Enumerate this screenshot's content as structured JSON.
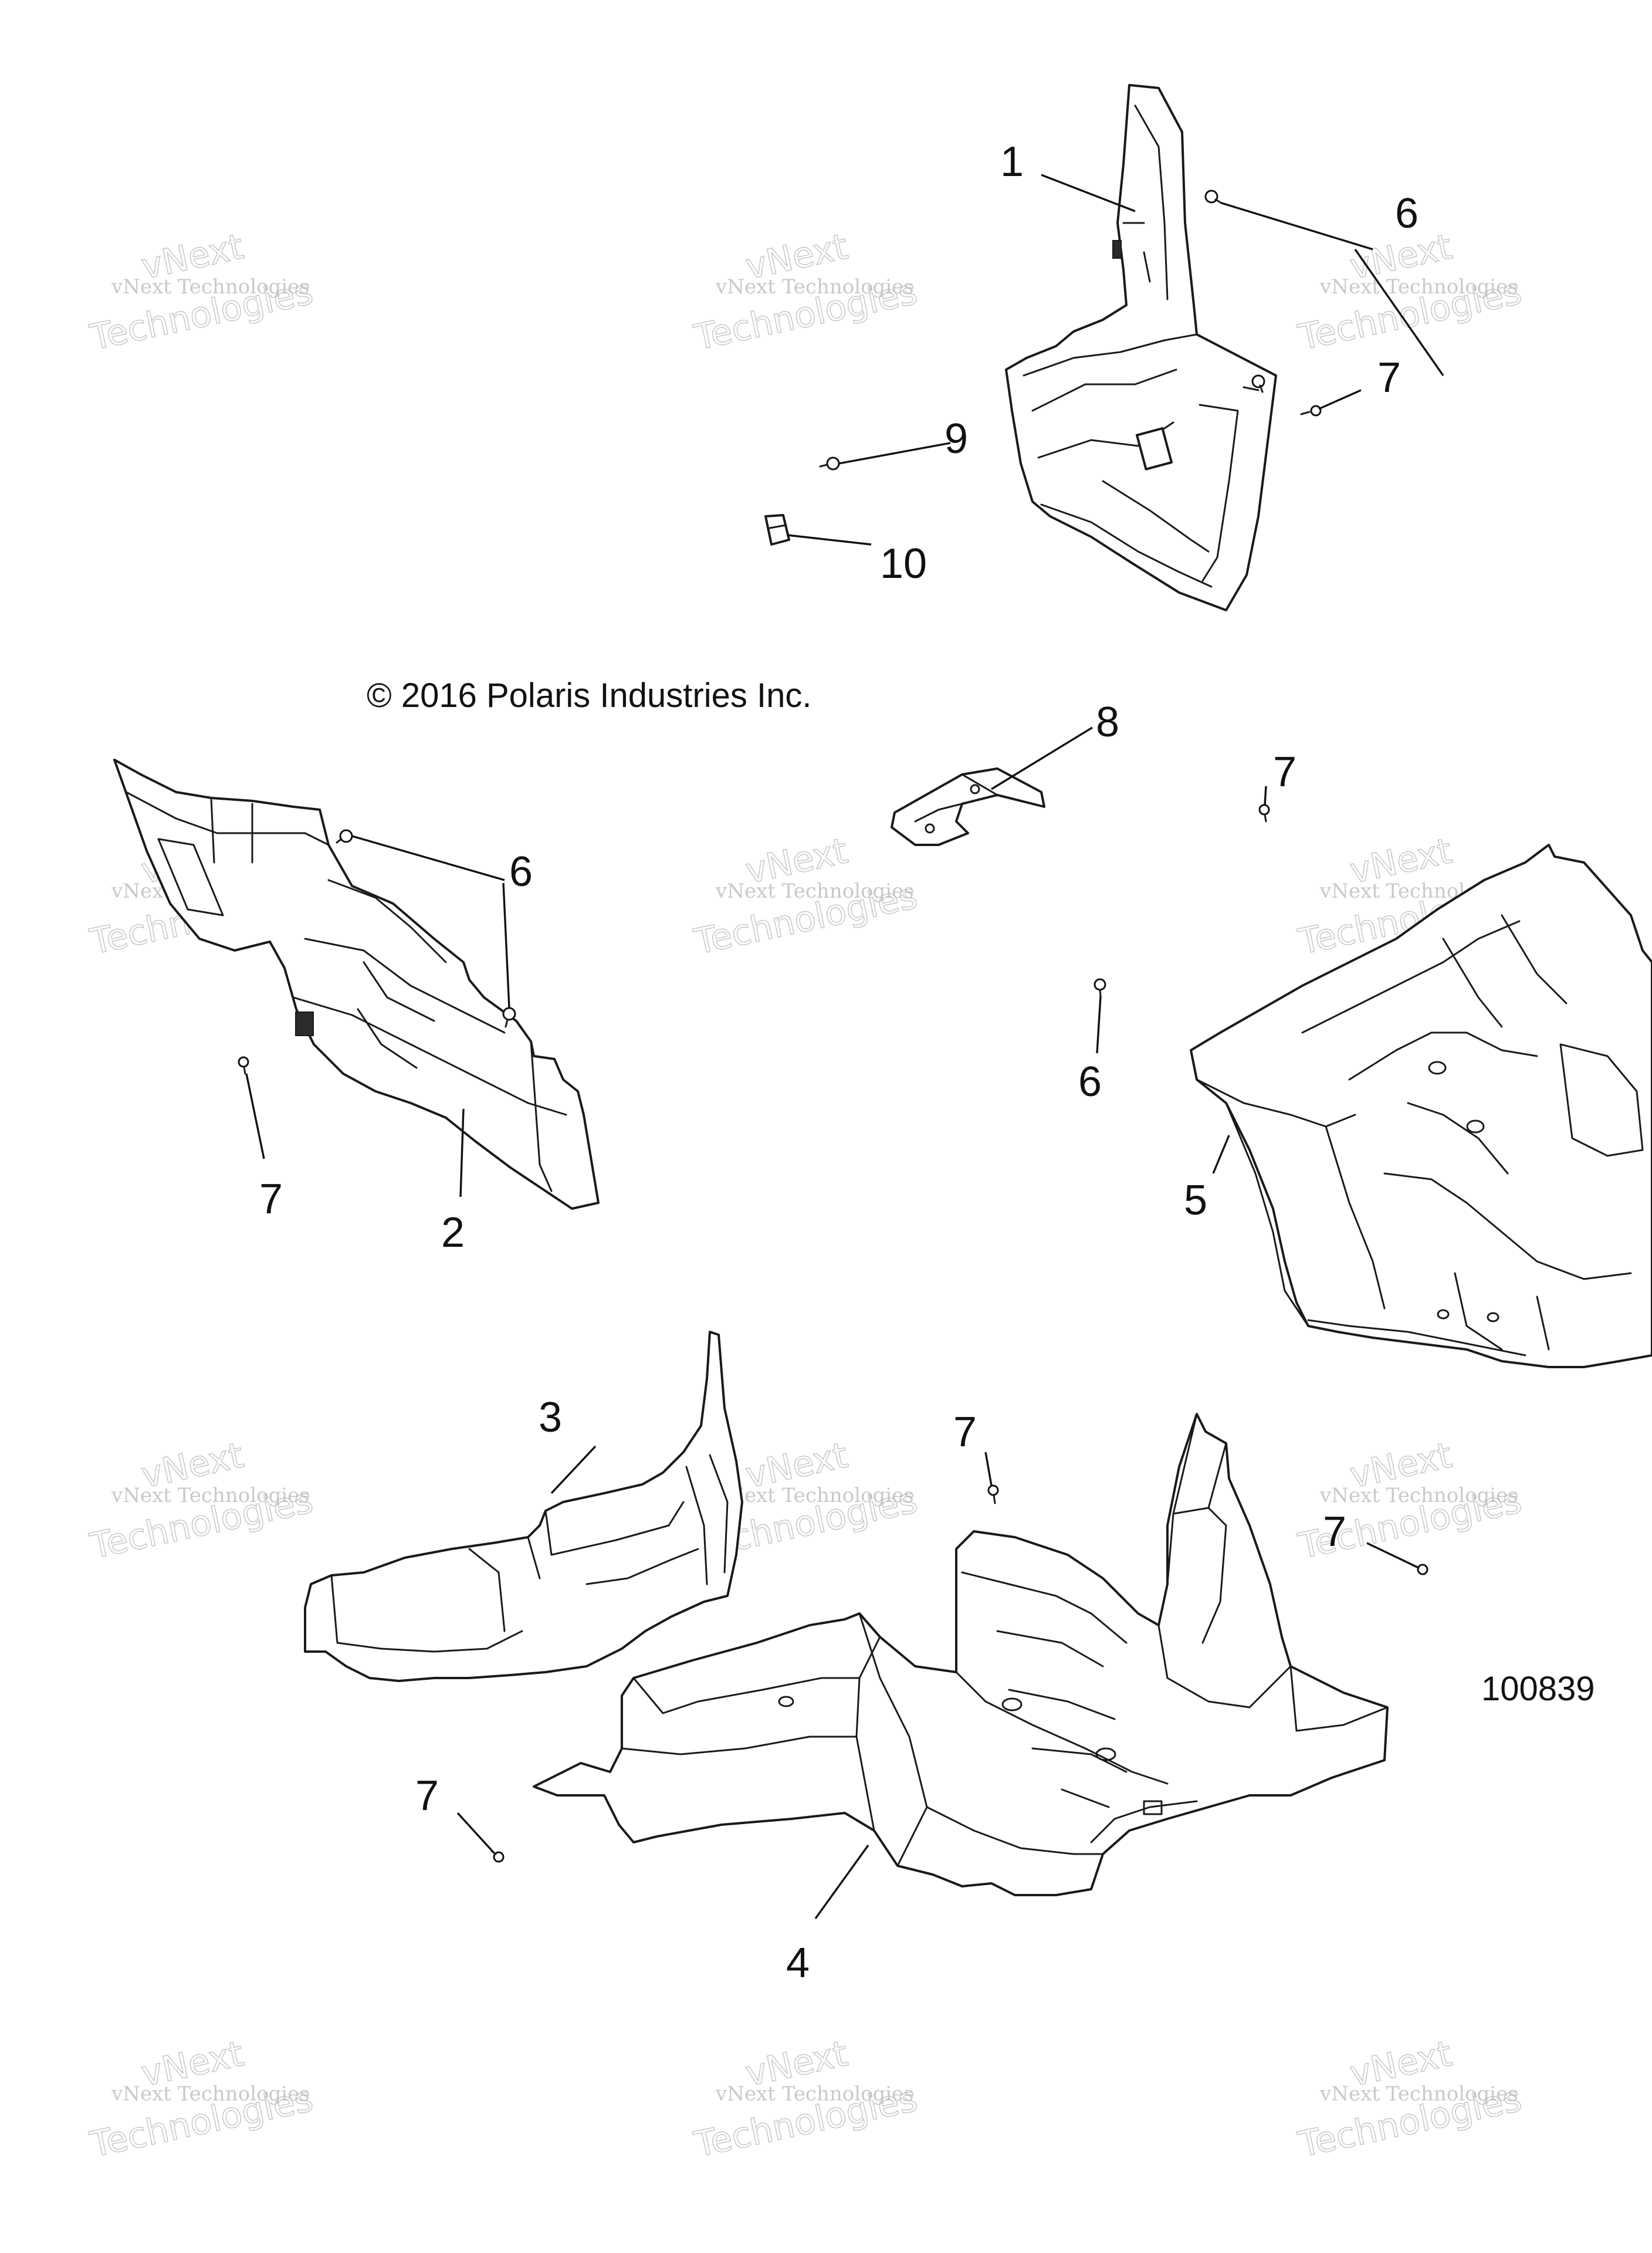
{
  "copyright": "© 2016 Polaris Industries Inc.",
  "reference_number": "100839",
  "watermark": {
    "brand": "vNext",
    "line1": "vNext Technologies",
    "line2": "Technologies"
  },
  "callouts": [
    {
      "id": "c1",
      "label": "1"
    },
    {
      "id": "c2",
      "label": "2"
    },
    {
      "id": "c3",
      "label": "3"
    },
    {
      "id": "c4",
      "label": "4"
    },
    {
      "id": "c5",
      "label": "5"
    },
    {
      "id": "c6a",
      "label": "6"
    },
    {
      "id": "c6b",
      "label": "6"
    },
    {
      "id": "c6c",
      "label": "6"
    },
    {
      "id": "c7a",
      "label": "7"
    },
    {
      "id": "c7b",
      "label": "7"
    },
    {
      "id": "c7c",
      "label": "7"
    },
    {
      "id": "c7d",
      "label": "7"
    },
    {
      "id": "c7e",
      "label": "7"
    },
    {
      "id": "c7f",
      "label": "7"
    },
    {
      "id": "c8",
      "label": "8"
    },
    {
      "id": "c9",
      "label": "9"
    },
    {
      "id": "c10",
      "label": "10"
    }
  ]
}
